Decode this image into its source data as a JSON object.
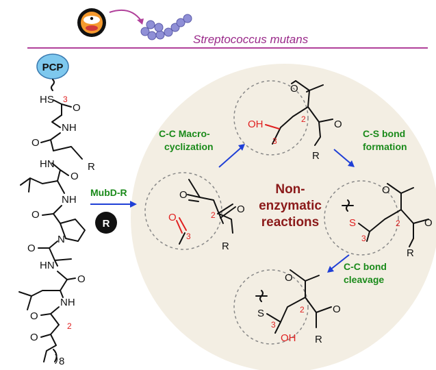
{
  "header": {
    "organism": "Streptococcus mutans"
  },
  "colors": {
    "divider": "#b0409a",
    "circle_bg": "#f3eee3",
    "arrow": "#1f3fd6",
    "step_text": "#1a8a1a",
    "center_text": "#8b1a1a",
    "pcp_fill": "#7ec8ee",
    "bacteria_fill": "#8f8fd6"
  },
  "labels": {
    "pcp": "PCP",
    "reagent": "MubD-R",
    "reagent_badge": "R",
    "center_line1": "Non-",
    "center_line2": "enzymatic",
    "center_line3": "reactions",
    "step1_line1": "C-C Macro-",
    "step1_line2": "cyclization",
    "step2_line1": "C-S bond",
    "step2_line2": "formation",
    "step3_line1": "C-C bond",
    "step3_line2": "cleavage"
  },
  "atoms": {
    "O": "O",
    "OH": "OH",
    "S": "S",
    "HS": "HS",
    "NH": "NH",
    "HN": "HN",
    "N": "N",
    "R": "R",
    "sub8": "8",
    "pos2": "2",
    "pos3": "3"
  }
}
